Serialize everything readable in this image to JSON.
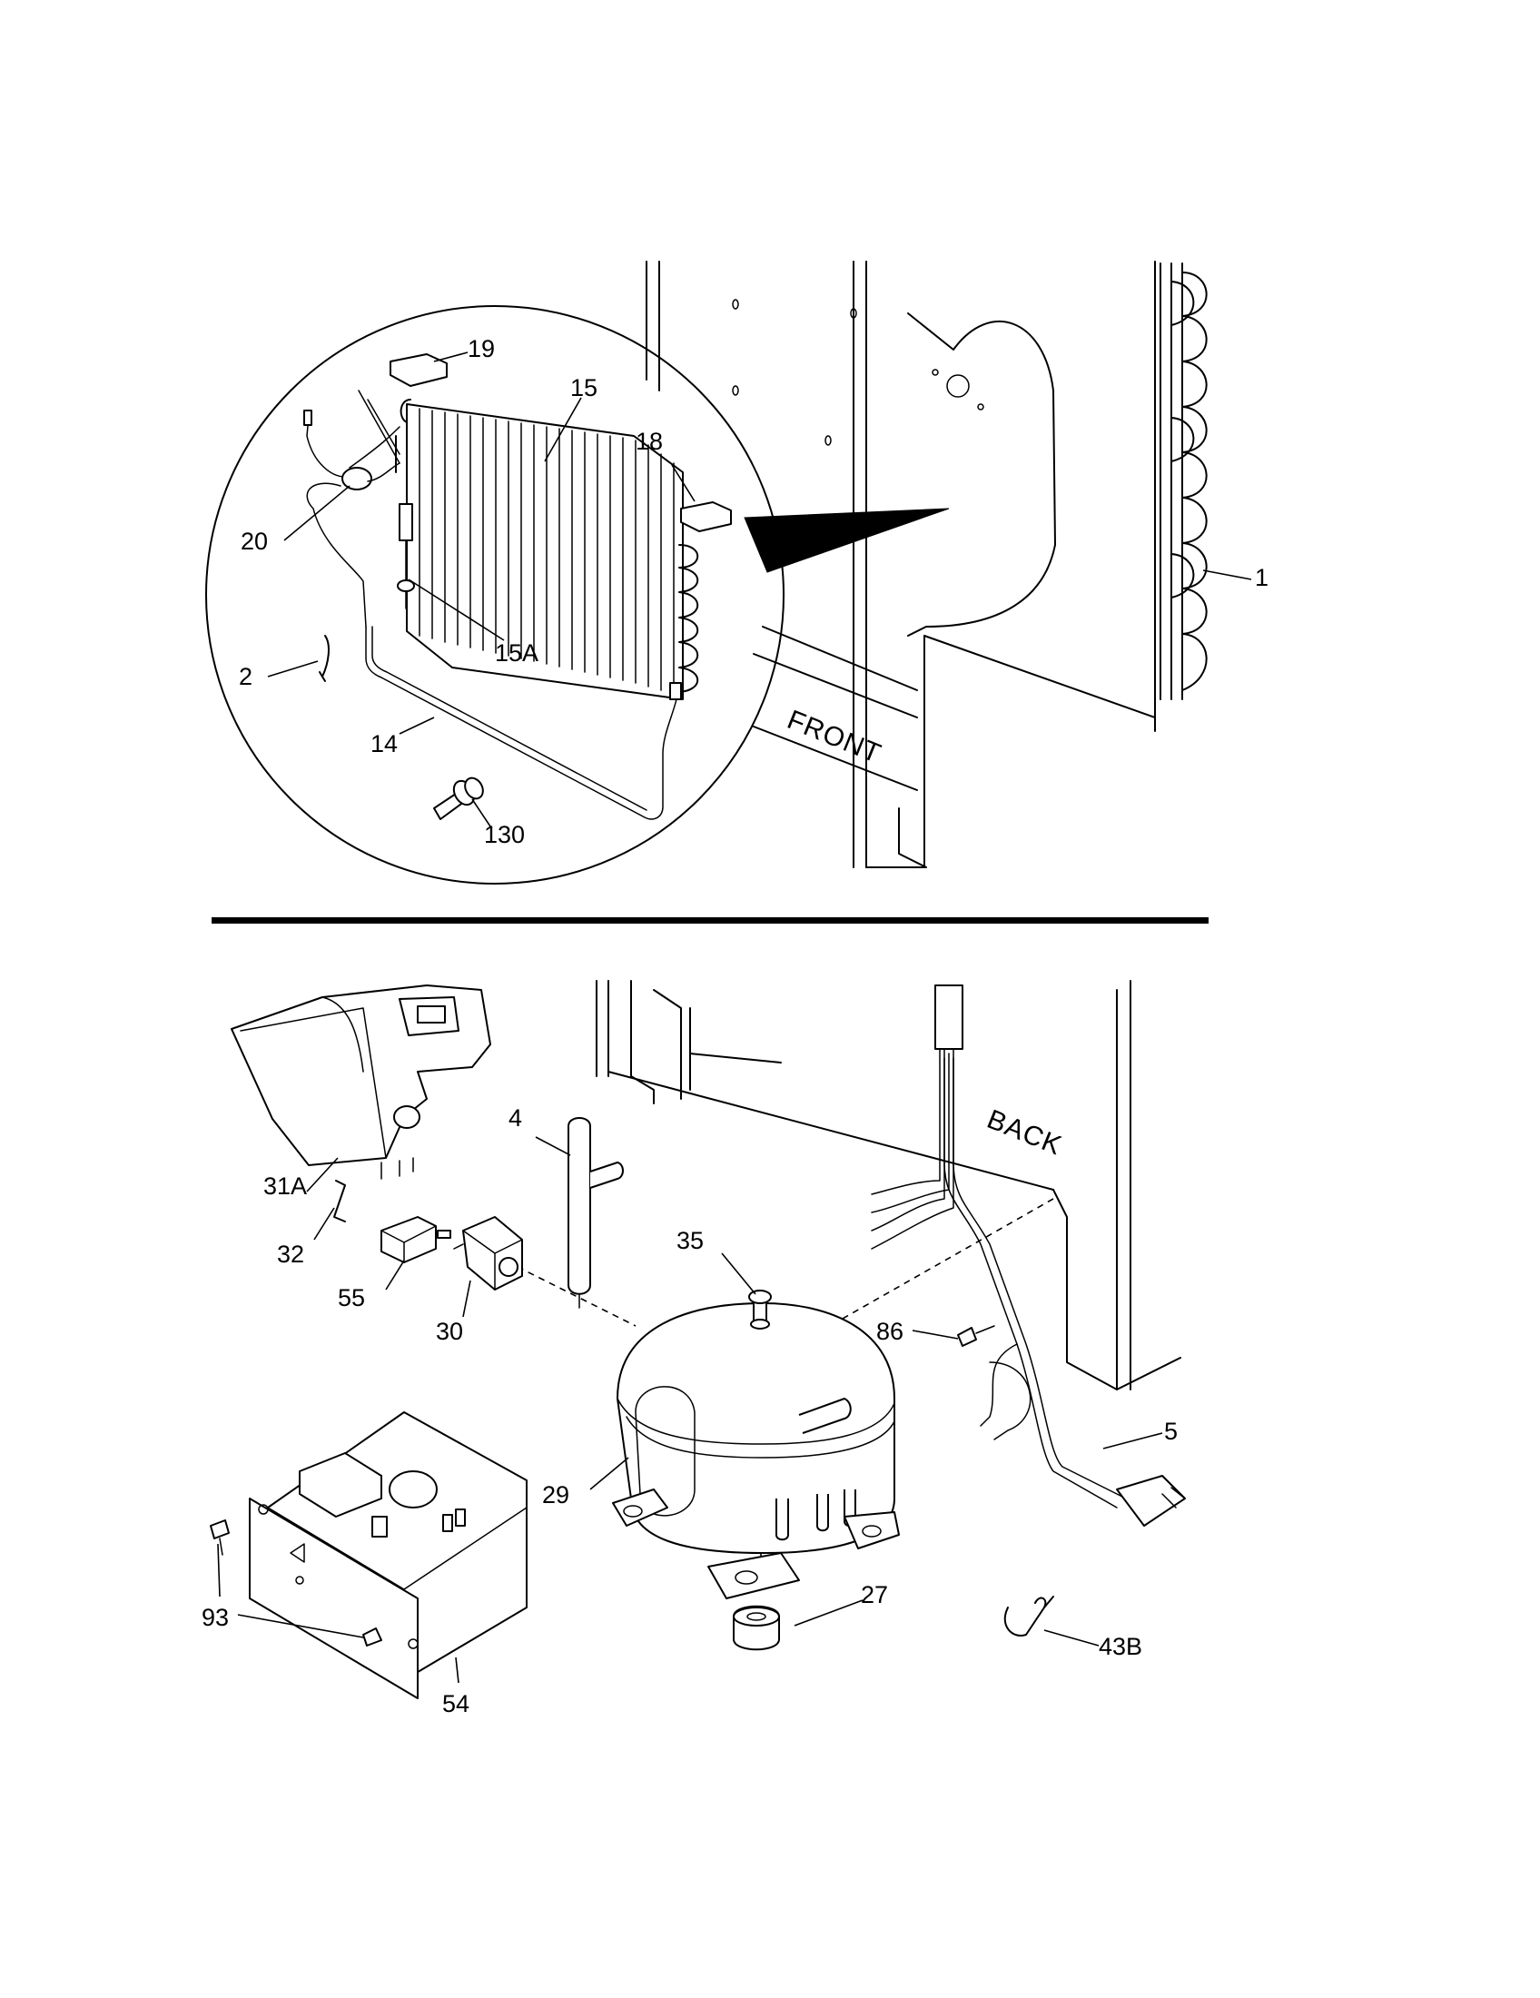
{
  "diagram": {
    "callouts": [
      {
        "id": "c19",
        "text": "19"
      },
      {
        "id": "c15",
        "text": "15"
      },
      {
        "id": "c18",
        "text": "18"
      },
      {
        "id": "c20",
        "text": "20"
      },
      {
        "id": "c15a",
        "text": "15A"
      },
      {
        "id": "c2",
        "text": "2"
      },
      {
        "id": "c14",
        "text": "14"
      },
      {
        "id": "c130",
        "text": "130"
      },
      {
        "id": "c1",
        "text": "1"
      },
      {
        "id": "c4",
        "text": "4"
      },
      {
        "id": "c31a",
        "text": "31A"
      },
      {
        "id": "c32",
        "text": "32"
      },
      {
        "id": "c55",
        "text": "55"
      },
      {
        "id": "c30",
        "text": "30"
      },
      {
        "id": "c35",
        "text": "35"
      },
      {
        "id": "c86",
        "text": "86"
      },
      {
        "id": "c5",
        "text": "5"
      },
      {
        "id": "c29",
        "text": "29"
      },
      {
        "id": "c27",
        "text": "27"
      },
      {
        "id": "c43b",
        "text": "43B"
      },
      {
        "id": "c93",
        "text": "93"
      },
      {
        "id": "c54",
        "text": "54"
      }
    ],
    "cabinet_labels": {
      "front": "FRONT",
      "back": "BACK"
    }
  }
}
